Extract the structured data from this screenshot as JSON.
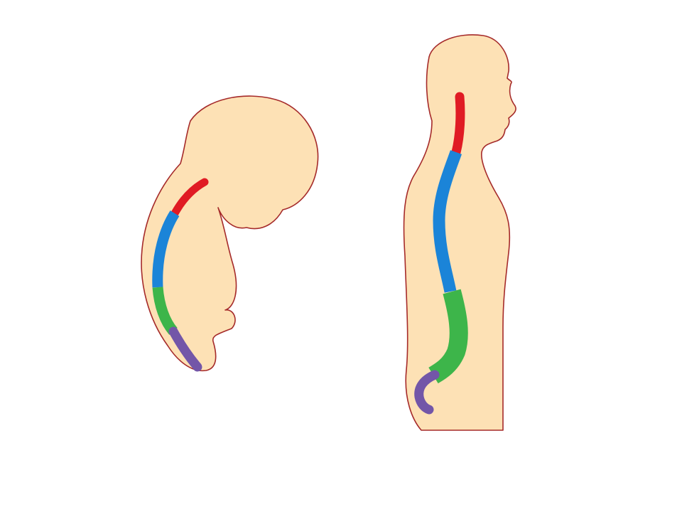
{
  "palette": {
    "skin": "#FDE1B5",
    "outline": "#A52A2A",
    "background": "#FFFFFF"
  },
  "spine_segments": [
    {
      "section": "cervical",
      "color": "#E01B24"
    },
    {
      "section": "thoracic",
      "color": "#1B84D8"
    },
    {
      "section": "lumbar",
      "color": "#3DB54A"
    },
    {
      "section": "sacral",
      "color": "#7356A8"
    }
  ],
  "figures": [
    {
      "id": "fetus",
      "posture": "curled"
    },
    {
      "id": "adult",
      "posture": "upright"
    }
  ]
}
